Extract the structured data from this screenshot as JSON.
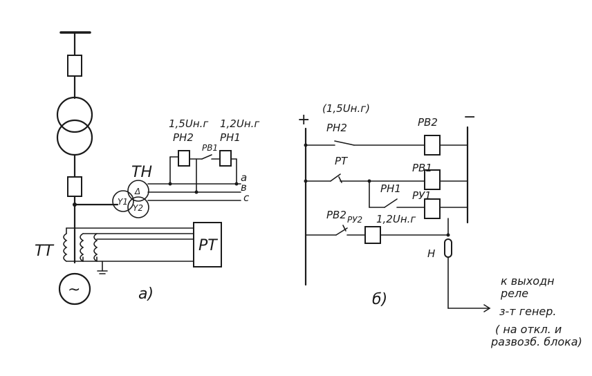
{
  "diagram": {
    "part_a": {
      "label": "а)",
      "tn": "ТН",
      "tt": "ТТ",
      "pt": "РТ",
      "rn2": "РН2",
      "rn1": "РН1",
      "rv1": "РВ1",
      "rn2_setting": "1,5Uн.г",
      "rn1_setting": "1,2Uн.г",
      "phase_a": "а",
      "phase_b": "в",
      "phase_c": "с",
      "star1": "Y1",
      "star2": "Y2",
      "delta": "Δ",
      "generator_symbol": "~"
    },
    "part_b": {
      "label": "б)",
      "plus": "+",
      "minus": "−",
      "rn2_setting": "(1,5Uн.г)",
      "rn2": "РН2",
      "rv2": "РВ2",
      "rt": "РТ",
      "rv1": "РВ1",
      "rn1": "РН1",
      "ru1": "РУ1",
      "rv2_contact": "РВ2",
      "ru2": "РУ2",
      "rn1_setting": "1,2Uн.г",
      "n": "Н",
      "note": [
        "к выходн",
        "реле",
        "з-т генер.",
        "( на откл. и",
        "развозб. блока)"
      ]
    }
  }
}
